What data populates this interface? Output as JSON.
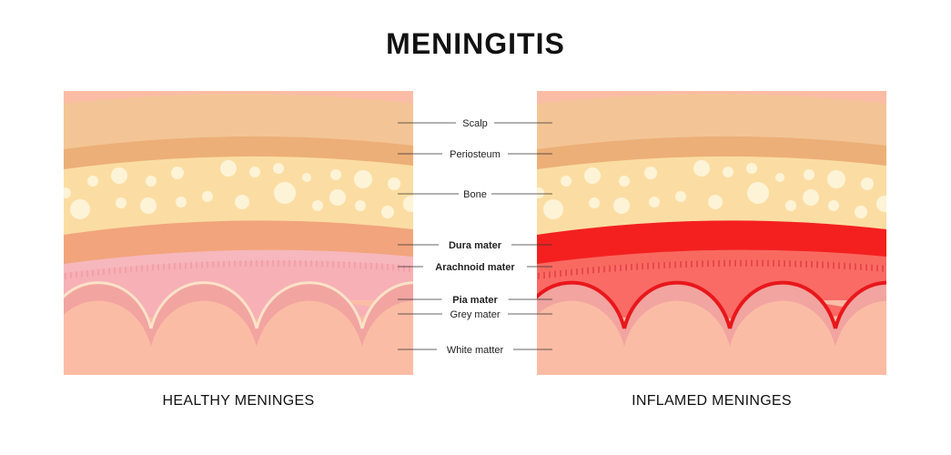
{
  "title": "MENINGITIS",
  "layers": [
    {
      "id": "scalp",
      "label": "Scalp",
      "bold": false
    },
    {
      "id": "periosteum",
      "label": "Periosteum",
      "bold": false
    },
    {
      "id": "bone",
      "label": "Bone",
      "bold": false
    },
    {
      "id": "dura",
      "label": "Dura mater",
      "bold": true
    },
    {
      "id": "arachnoid",
      "label": "Arachnoid mater",
      "bold": true
    },
    {
      "id": "pia",
      "label": "Pia mater",
      "bold": true
    },
    {
      "id": "grey",
      "label": "Grey mater",
      "bold": false
    },
    {
      "id": "white",
      "label": "White matter",
      "bold": false
    }
  ],
  "panels": {
    "healthy": {
      "caption": "HEALTHY MENINGES"
    },
    "inflamed": {
      "caption": "INFLAMED MENINGES"
    }
  },
  "colors": {
    "scalp": "#f3c596",
    "periosteum": "#ecaf77",
    "bone": "#fbdda3",
    "bone_dots": "#fdf3d7",
    "healthy_dura": "#f2a47c",
    "healthy_arachnoid": "#f6b8bd",
    "healthy_subarachnoid": "#f7b0b6",
    "healthy_pia": "#fbe2c8",
    "grey": "#f2a4a0",
    "white": "#fbbca5",
    "inflamed_dura": "#f42020",
    "inflamed_arachnoid": "#f86a60",
    "inflamed_subarachnoid": "#fa6b66",
    "inflamed_pia": "#e8171b"
  }
}
